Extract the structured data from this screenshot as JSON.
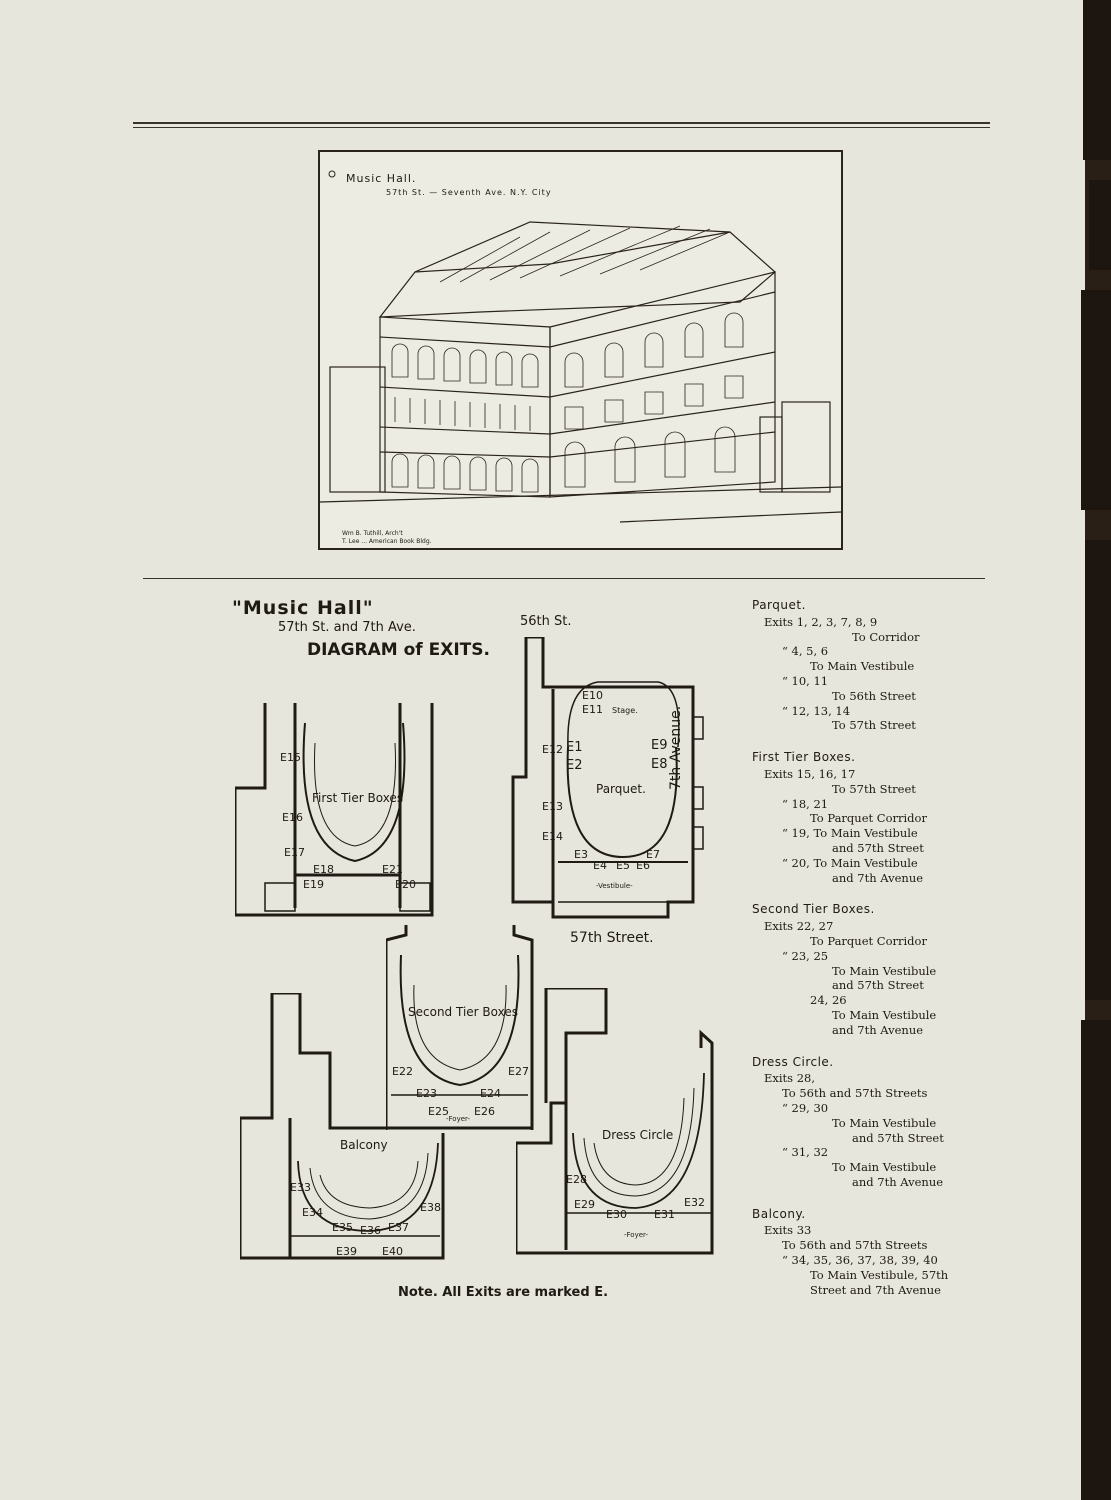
{
  "illustration": {
    "caption_title": "Music Hall.",
    "caption_address": "57th St. — Seventh Ave. N.Y. City",
    "credit_line1": "Wm B. Tuthill, Arch't",
    "credit_line2": "T. Lee ... American Book Bldg."
  },
  "diagram": {
    "title": "\"Music Hall\"",
    "address": "57th St. and 7th Ave.",
    "subtitle": "DIAGRAM of EXITS.",
    "street_top": "56th St.",
    "street_bottom": "57th Street.",
    "avenue": "7th Avenue.",
    "note": "Note. All Exits are marked E.",
    "plans": {
      "first_tier": "First Tier Boxes",
      "parquet": "Parquet.",
      "stage": "Stage.",
      "vestibule": "-Vestibule-",
      "second_tier": "Second Tier Boxes",
      "balcony": "Balcony",
      "dress_circle": "Dress Circle",
      "foyer": "-Foyer-"
    },
    "exits": {
      "e1": "E1",
      "e2": "E2",
      "e3": "E3",
      "e4": "E4",
      "e5": "E5",
      "e6": "E6",
      "e7": "E7",
      "e8": "E8",
      "e9": "E9",
      "e10": "E10",
      "e11": "E11",
      "e12": "E12",
      "e13": "E13",
      "e14": "E14",
      "e15": "E15",
      "e16": "E16",
      "e17": "E17",
      "e18": "E18",
      "e19": "E19",
      "e20": "E20",
      "e21": "E21",
      "e22": "E22",
      "e23": "E23",
      "e24": "E24",
      "e25": "E25",
      "e26": "E26",
      "e27": "E27",
      "e28": "E28",
      "e29": "E29",
      "e30": "E30",
      "e31": "E31",
      "e32": "E32",
      "e33": "E33",
      "e34": "E34",
      "e35": "E35",
      "e36": "E36",
      "e37": "E37",
      "e38": "E38",
      "e39": "E39",
      "e40": "E40"
    }
  },
  "legend": {
    "parquet": {
      "heading": "Parquet.",
      "l1": "Exits 1, 2, 3, 7, 8, 9",
      "l2": "To Corridor",
      "l3": "“  4, 5, 6",
      "l4": "To Main Vestibule",
      "l5": "“  10, 11",
      "l6": "To 56th Street",
      "l7": "“  12, 13, 14",
      "l8": "To 57th Street"
    },
    "first_tier": {
      "heading": "First Tier Boxes.",
      "l1": "Exits 15, 16, 17",
      "l2": "To 57th Street",
      "l3": "“  18, 21",
      "l4": "To Parquet Corridor",
      "l5": "“  19, To Main Vestibule",
      "l6": "and 57th Street",
      "l7": "“  20, To Main Vestibule",
      "l8": "and 7th Avenue"
    },
    "second_tier": {
      "heading": "Second Tier Boxes.",
      "l1": "Exits 22, 27",
      "l2": "To Parquet Corridor",
      "l3": "“  23, 25",
      "l4": "To Main Vestibule",
      "l5": "and 57th Street",
      "l6": "24, 26",
      "l7": "To Main Vestibule",
      "l8": "and 7th Avenue"
    },
    "dress_circle": {
      "heading": "Dress Circle.",
      "l1": "Exits 28,",
      "l2": "To 56th and 57th Streets",
      "l3": "“  29, 30",
      "l4": "To Main Vestibule",
      "l5": "and 57th Street",
      "l6": "“  31, 32",
      "l7": "To Main Vestibule",
      "l8": "and 7th Avenue"
    },
    "balcony": {
      "heading": "Balcony.",
      "l1": "Exits 33",
      "l2": "To 56th and 57th Streets",
      "l3": "“  34, 35, 36, 37, 38, 39, 40",
      "l4": "To Main Vestibule, 57th",
      "l5": "Street and 7th Avenue"
    }
  }
}
